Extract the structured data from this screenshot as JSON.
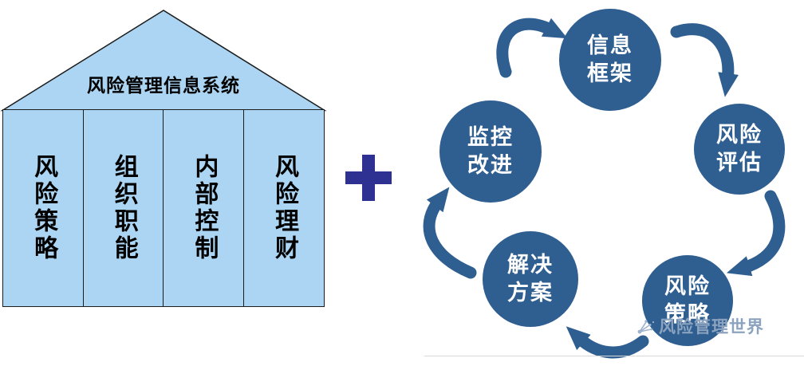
{
  "house": {
    "roof_label": "风险管理信息系统",
    "columns": [
      {
        "label": "风险策略"
      },
      {
        "label": "组织职能"
      },
      {
        "label": "内部控制"
      },
      {
        "label": "风险理财"
      }
    ]
  },
  "plus": {
    "symbol": "+"
  },
  "cycle": {
    "direction": "clockwise",
    "nodes": [
      {
        "id": "info-framework",
        "lines": [
          "信息",
          "框架"
        ]
      },
      {
        "id": "risk-assessment",
        "lines": [
          "风险",
          "评估"
        ]
      },
      {
        "id": "risk-strategy",
        "lines": [
          "风险",
          "策略"
        ]
      },
      {
        "id": "solution",
        "lines": [
          "解决",
          "方案"
        ]
      },
      {
        "id": "monitor-improve",
        "lines": [
          "监控",
          "改进"
        ]
      }
    ]
  },
  "watermark": {
    "text": "风险管理世界"
  },
  "colors": {
    "house_fill": "#ABD5F2",
    "house_border": "#1c1c1c",
    "plus": "#2E3192",
    "node_fill": "#2F5E91",
    "arrow": "#2F5E91",
    "node_text": "#ffffff",
    "watermark": "#8CA3BF"
  }
}
